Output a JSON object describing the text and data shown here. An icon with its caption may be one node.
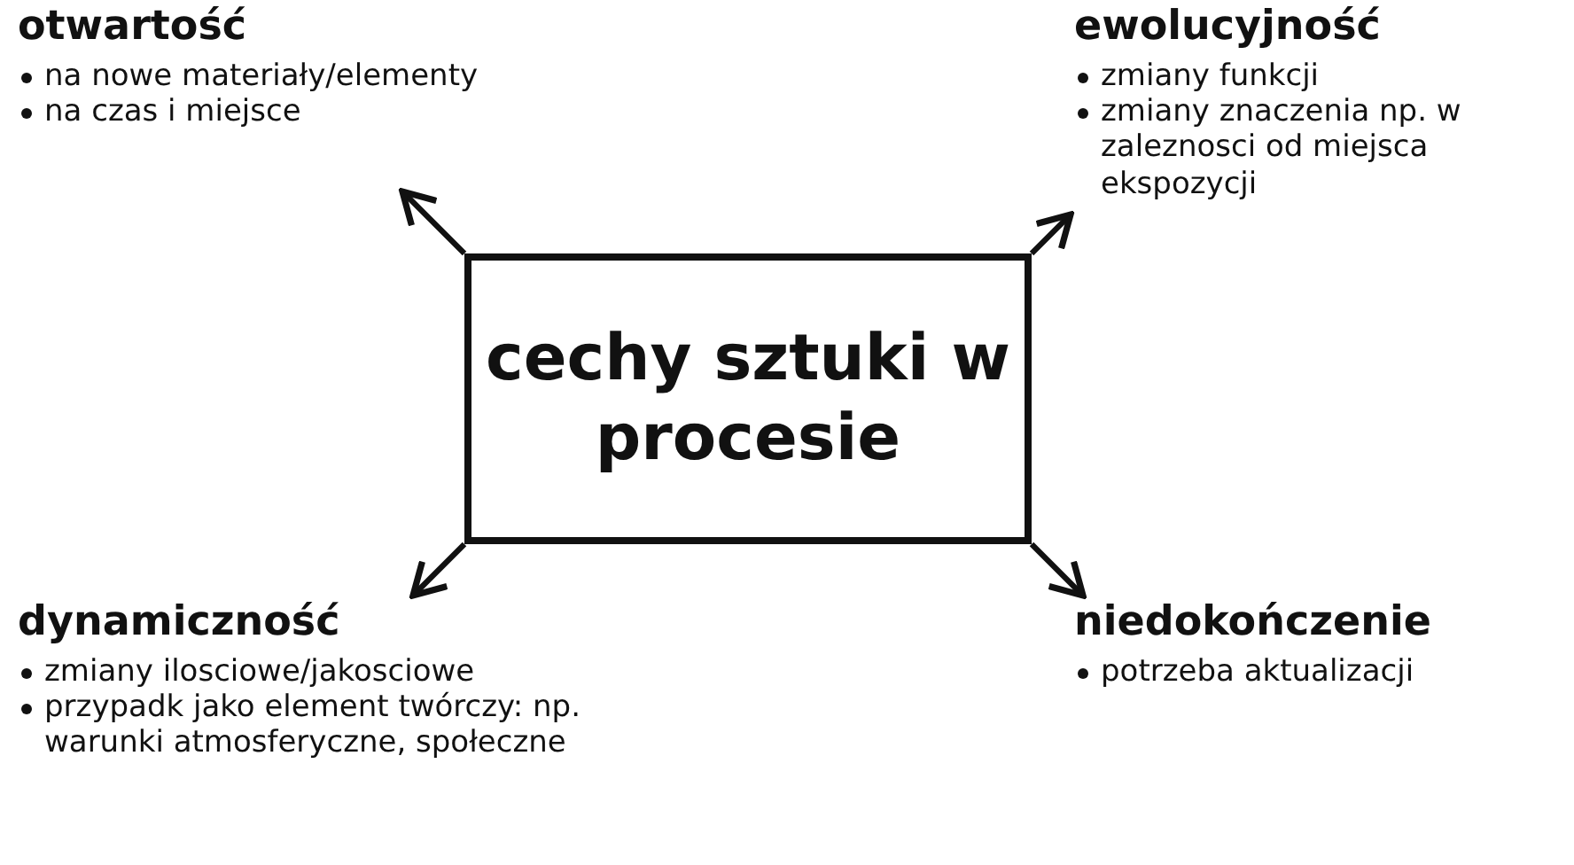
{
  "diagram": {
    "nodes": [
      {
        "text": [
          "otwartość",
          "na nowe materiały/elementy",
          "na czas i miejsce"
        ]
      },
      {
        "text": [
          "ewolucyjność",
          "zmiany funkcji",
          "zmiany znaczenia np. w zaleznosci od miejsca ekspozycji"
        ]
      },
      {
        "text": [
          "cechy sztuki w procesie"
        ]
      },
      {
        "text": [
          "dynamiczność",
          "zmiany ilosciowe/jakosciowe",
          "przypadk jako element twórczy: np. warunki atmosferyczne, społeczne"
        ]
      },
      {
        "text": [
          "niedokończenie",
          "potrzeba aktualizacji"
        ]
      }
    ],
    "edges": [
      {
        "from": 2,
        "to": 0,
        "arrow": "to"
      },
      {
        "from": 2,
        "to": 1,
        "arrow": "to"
      },
      {
        "from": 2,
        "to": 3,
        "arrow": "to"
      },
      {
        "from": 2,
        "to": 4,
        "arrow": "to"
      }
    ]
  }
}
